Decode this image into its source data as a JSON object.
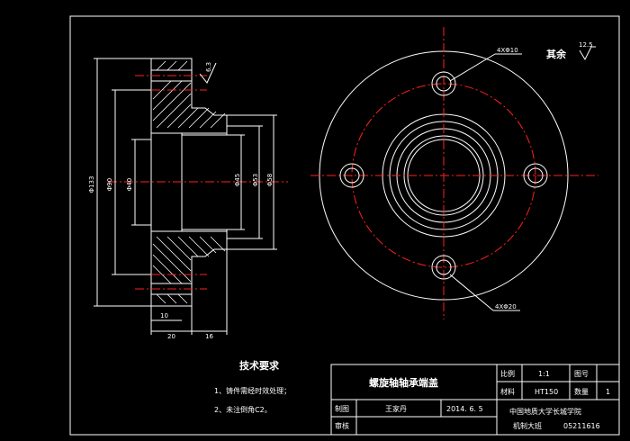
{
  "drawing": {
    "part_title": "螺旋轴轴承端盖",
    "surface_finish": {
      "label": "其余",
      "value": "12.5"
    },
    "tech_requirements": {
      "heading": "技术要求",
      "items": [
        "1、铸件需经时效处理；",
        "2、未注倒角C2。"
      ]
    },
    "dimensions": {
      "d1": "Φ133",
      "d2": "Φ90",
      "d3": "Φ40",
      "d4": "Φ45",
      "d5": "Φ53",
      "d6": "Φ58",
      "w1": "10",
      "w2": "20",
      "w3": "16",
      "roughness": "6.3",
      "hole_top": "4XΦ10",
      "hole_bottom": "4XΦ20"
    },
    "title_block": {
      "scale_label": "比例",
      "scale_value": "1:1",
      "drawing_no_label": "图号",
      "drawing_no_value": "",
      "material_label": "材料",
      "material_value": "HT150",
      "qty_label": "数量",
      "qty_value": "1",
      "drawn_label": "制图",
      "drawn_name": "王家丹",
      "drawn_date": "2014. 6. 5",
      "checked_label": "审核",
      "school": "中国地质大学长城学院",
      "class": "机制大班",
      "student_id": "05211616"
    }
  }
}
